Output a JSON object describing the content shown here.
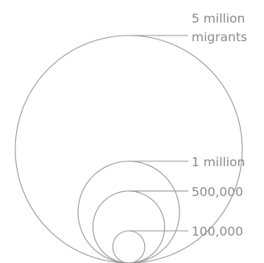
{
  "chart_data": {
    "type": "bubble-size-legend",
    "title": "",
    "entries": [
      {
        "value": 5000000,
        "label_lines": [
          "5 million",
          "migrants"
        ]
      },
      {
        "value": 1000000,
        "label_lines": [
          "1 million"
        ]
      },
      {
        "value": 500000,
        "label_lines": [
          "500,000"
        ]
      },
      {
        "value": 100000,
        "label_lines": [
          "100,000"
        ]
      }
    ],
    "scale": "area proportional to value",
    "colors": {
      "stroke": "#9a9a9a",
      "text": "#8a8a8a"
    }
  }
}
